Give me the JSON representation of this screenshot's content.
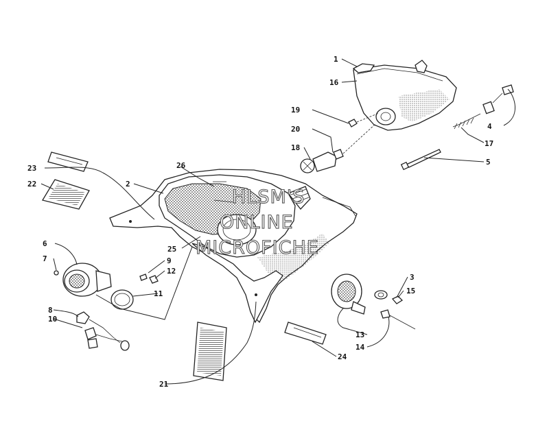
{
  "watermark": {
    "line1": "HLSM'S",
    "line2": "ONLINE",
    "line3": "MICROFICHE"
  },
  "callouts": [
    "1",
    "2",
    "3",
    "4",
    "5",
    "6",
    "7",
    "8",
    "9",
    "10",
    "11",
    "12",
    "13",
    "14",
    "15",
    "16",
    "17",
    "18",
    "19",
    "20",
    "21",
    "22",
    "23",
    "24",
    "25",
    "26"
  ],
  "parts": {
    "hood_shroud": "hood-shroud",
    "headlight_housing": "headlight-housing",
    "headlight_bulb": "headlight-bulb",
    "gauge": "gauge",
    "decal_panel": "decal-panel"
  }
}
